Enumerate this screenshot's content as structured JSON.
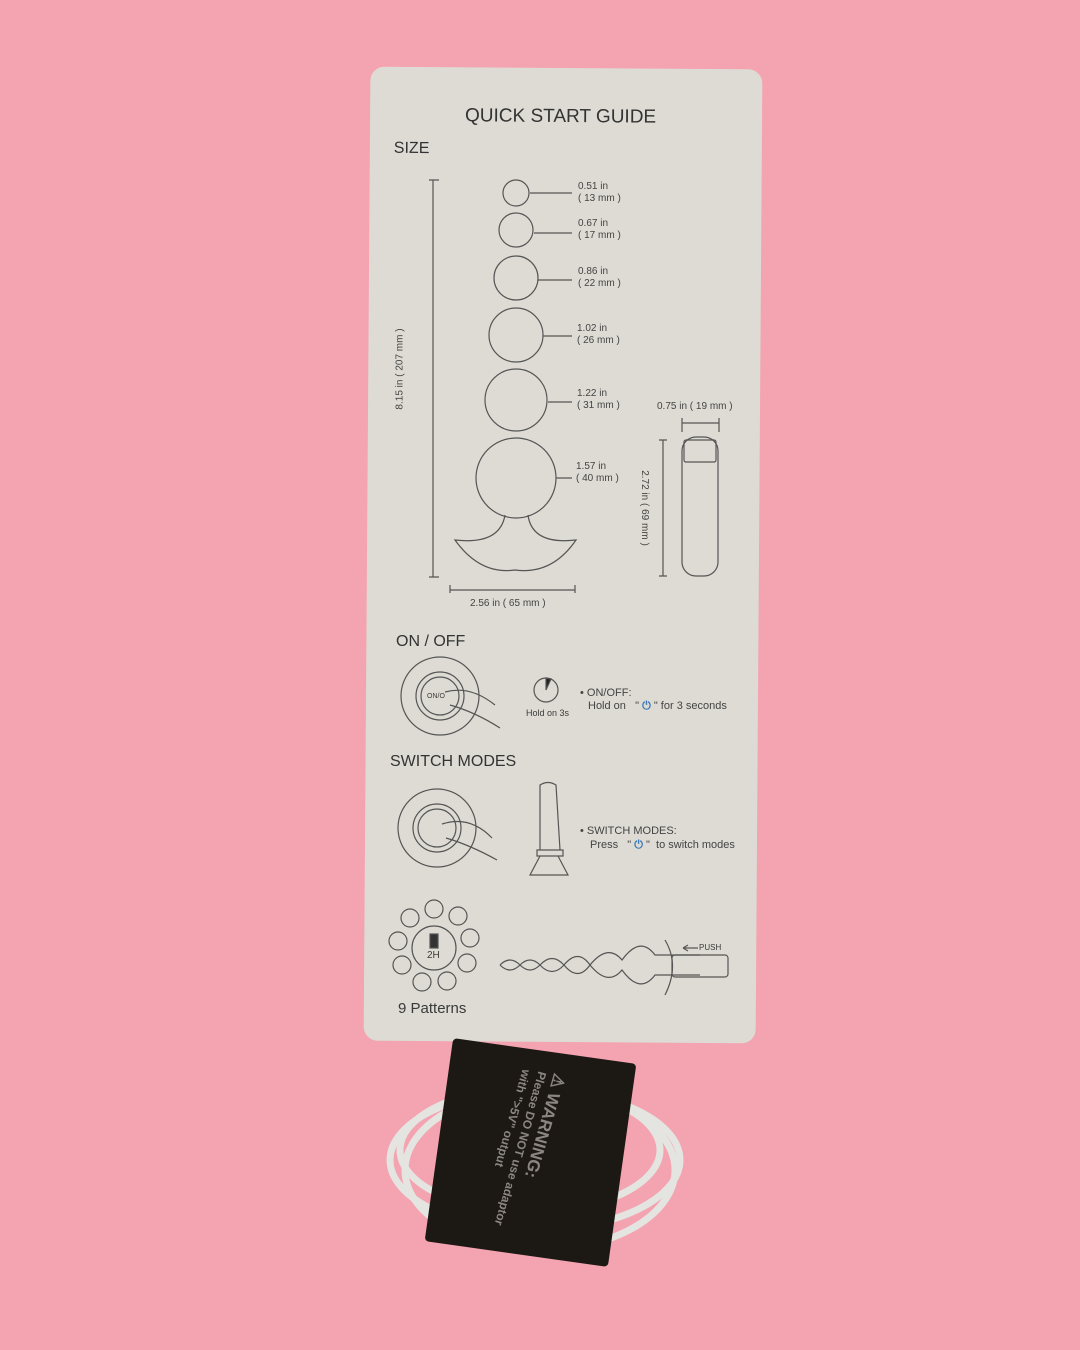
{
  "guide": {
    "title": "QUICK START GUIDE",
    "size_heading": "SIZE",
    "diameters": [
      {
        "in": "0.51 in",
        "mm": "( 13 mm )"
      },
      {
        "in": "0.67 in",
        "mm": "( 17 mm )"
      },
      {
        "in": "0.86 in",
        "mm": "( 22 mm )"
      },
      {
        "in": "1.02 in",
        "mm": "( 26 mm )"
      },
      {
        "in": "1.22 in",
        "mm": "( 31 mm )"
      },
      {
        "in": "1.57 in",
        "mm": "( 40 mm )"
      }
    ],
    "length": "8.15 in ( 207 mm )",
    "base_width": "2.56 in ( 65 mm )",
    "bullet_width": "0.75 in ( 19 mm )",
    "bullet_length": "2.72 in ( 69 mm )",
    "onoff_heading": "ON / OFF",
    "hold_label": "Hold on 3s",
    "onoff_title": "• ON/OFF:",
    "onoff_hold": "Hold on",
    "onoff_suffix": "for 3 seconds",
    "switch_heading": "SWITCH MODES",
    "switch_title": "• SWITCH MODES:",
    "switch_press": "Press",
    "switch_suffix": "to switch modes",
    "charge_label": "2H",
    "push_label": "PUSH",
    "patterns_label": "9 Patterns",
    "button_label": "ON/O"
  },
  "cable_band": {
    "warning_title": "WARNING:",
    "warning_line1": "Please DO NOT use adaptor",
    "warning_line2": "with \">5V\" output"
  },
  "colors": {
    "background": "#f4a3b1",
    "card": "#dddbd4",
    "accent": "#3a78b8"
  }
}
